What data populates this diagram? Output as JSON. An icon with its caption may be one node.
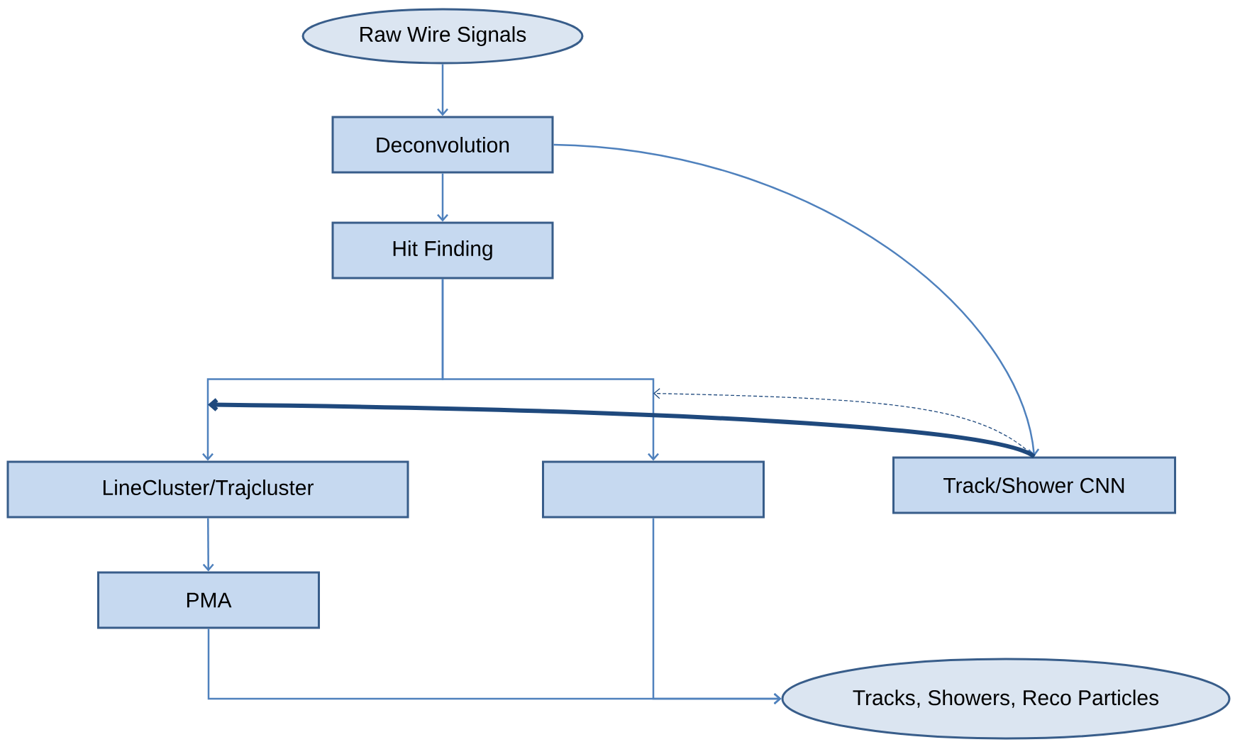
{
  "diagram": {
    "nodes": [
      {
        "text": [
          "Raw Wire Signals"
        ]
      },
      {
        "text": [
          "Deconvolution"
        ]
      },
      {
        "text": [
          "Hit Finding"
        ]
      },
      {
        "text": [
          "LineCluster/Trajcluster"
        ]
      },
      {
        "text": [],
        "shape": "box"
      },
      {
        "text": [
          "Track/Shower CNN"
        ]
      },
      {
        "text": [
          "PMA"
        ]
      },
      {
        "text": [
          "Tracks, Showers, Reco Particles"
        ]
      }
    ],
    "edges": [
      {
        "from": 0,
        "to": 1,
        "arrow": "to"
      },
      {
        "from": 1,
        "to": 2,
        "arrow": "to"
      },
      {
        "from": 2,
        "to": 3,
        "arrow": "to"
      },
      {
        "from": 2,
        "to": 4,
        "arrow": "to"
      },
      {
        "from": 1,
        "to": 5,
        "arrow": "to"
      },
      {
        "from": 5,
        "to": 3,
        "arrow": "to",
        "style": "thick",
        "color": "#1f497d"
      },
      {
        "from": 5,
        "to": 4,
        "arrow": "to",
        "style": "dashed",
        "color": "#1f497d"
      },
      {
        "from": 3,
        "to": 6,
        "arrow": "to"
      },
      {
        "from": 6,
        "to": 7,
        "arrow": "to"
      },
      {
        "from": 4,
        "to": 7,
        "arrow": "to"
      }
    ]
  }
}
